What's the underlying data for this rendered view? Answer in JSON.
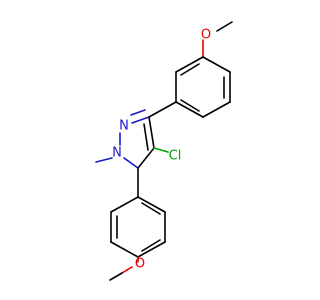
{
  "molecule": {
    "atoms": {
      "o_top": {
        "symbol": "O",
        "color": "#e00000"
      },
      "n2": {
        "symbol": "N",
        "color": "#1a1ac8"
      },
      "n1": {
        "symbol": "N",
        "color": "#1a1ac8"
      },
      "cl": {
        "symbol": "Cl",
        "color": "#00a000"
      },
      "o_bottom": {
        "symbol": "O",
        "color": "#e00000"
      }
    }
  }
}
